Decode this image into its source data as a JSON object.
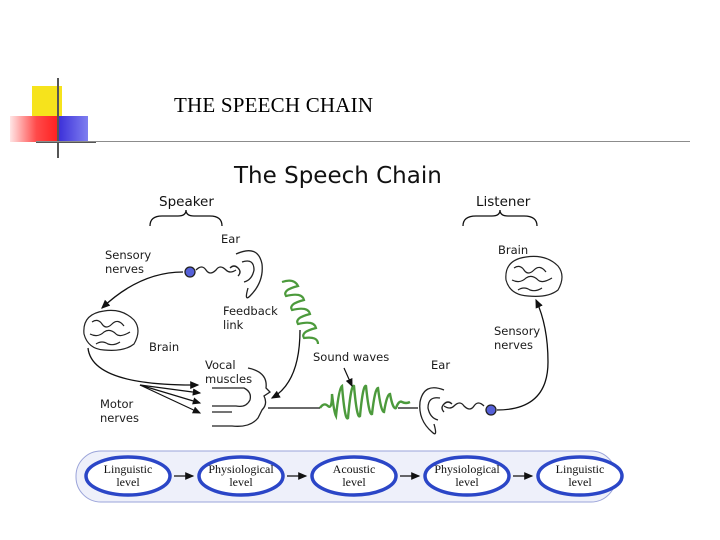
{
  "slide": {
    "title": "THE SPEECH CHAIN",
    "accent_colors": {
      "yellow": "#f5e21b",
      "red": "#ff2a2a",
      "blue": "#3b2bd6",
      "level_border": "#2b46c7",
      "sound_wave": "#4c9a3c"
    }
  },
  "diagram": {
    "title": "The Speech Chain",
    "speaker": "Speaker",
    "listener": "Listener",
    "labels": {
      "ear_speaker": "Ear",
      "sensory_nerves_1": "Sensory",
      "sensory_nerves_2": "nerves",
      "feedback_1": "Feedback",
      "feedback_2": "link",
      "brain_speaker": "Brain",
      "vocal_1": "Vocal",
      "vocal_2": "muscles",
      "motor_1": "Motor",
      "motor_2": "nerves",
      "sound_waves": "Sound waves",
      "brain_listener": "Brain",
      "sensory_listener_1": "Sensory",
      "sensory_listener_2": "nerves",
      "ear_listener": "Ear"
    },
    "levels": [
      {
        "line1": "Linguistic",
        "line2": "level"
      },
      {
        "line1": "Physiological",
        "line2": "level"
      },
      {
        "line1": "Acoustic",
        "line2": "level"
      },
      {
        "line1": "Physiological",
        "line2": "level"
      },
      {
        "line1": "Linguistic",
        "line2": "level"
      }
    ],
    "icons": [
      "brain-icon",
      "ear-icon",
      "vocal-tract-icon",
      "sound-wave-icon"
    ]
  }
}
